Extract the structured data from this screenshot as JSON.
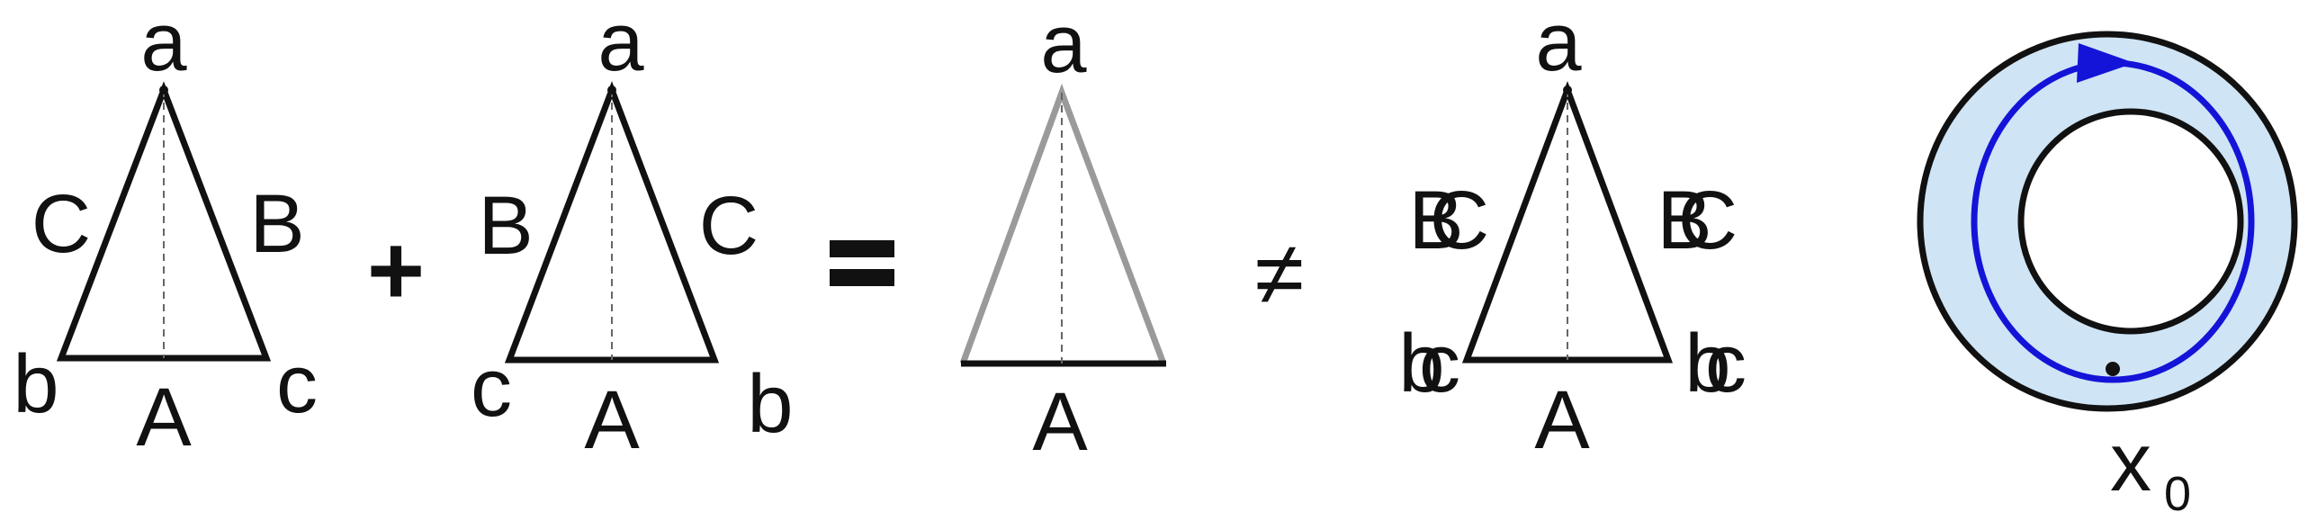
{
  "colors": {
    "stroke": "#111111",
    "faded_stroke": "#9a9a9a",
    "dashed": "#666666",
    "loop": "#1414d8",
    "annulus_fill": "#cfe4f4"
  },
  "panel1": {
    "apex": "a",
    "left_side": "C",
    "right_side": "B",
    "base": "A",
    "left_vertex": "b",
    "right_vertex": "c"
  },
  "operator_plus": "+",
  "panel2": {
    "apex": "a",
    "left_side": "B",
    "right_side": "C",
    "base": "A",
    "left_vertex": "c",
    "right_vertex": "b"
  },
  "operator_equals": "=",
  "panel3": {
    "apex": "a",
    "base": "A"
  },
  "operator_not_equal": "≠",
  "panel4": {
    "apex": "a",
    "base": "A",
    "left_side_overlap": [
      "B",
      "C"
    ],
    "right_side_overlap": [
      "B",
      "C"
    ],
    "left_vertex_overlap": [
      "b",
      "c"
    ],
    "right_vertex_overlap": [
      "b",
      "c"
    ]
  },
  "annulus": {
    "basepoint_label": "x",
    "basepoint_subscript": "0"
  }
}
